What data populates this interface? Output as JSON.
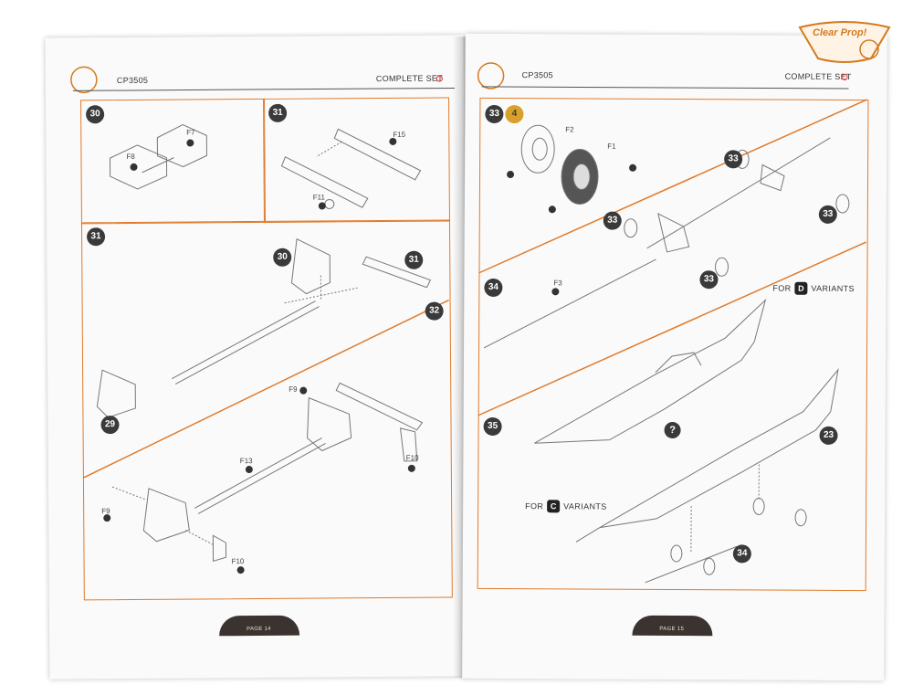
{
  "brand": {
    "logo_text": "Clear Prop!"
  },
  "left_page": {
    "code": "CP3505",
    "set": "COMPLETE SET",
    "page_label": "PAGE 14",
    "steps": [
      "30",
      "31",
      "31",
      "30",
      "31",
      "32",
      "29"
    ],
    "parts": [
      "F7",
      "F8",
      "F15",
      "F11",
      "F9",
      "F13",
      "F10",
      "F9",
      "F10"
    ]
  },
  "right_page": {
    "code": "CP3505",
    "set": "COMPLETE SET",
    "page_label": "PAGE 15",
    "steps": [
      "33",
      "4",
      "33",
      "33",
      "33",
      "33",
      "34",
      "35",
      "23",
      "34"
    ],
    "parts": [
      "F2",
      "F1",
      "F3"
    ],
    "variant_d": {
      "prefix": "FOR",
      "badge": "D",
      "suffix": "VARIANTS"
    },
    "variant_c": {
      "prefix": "FOR",
      "badge": "C",
      "suffix": "VARIANTS"
    },
    "question": "?"
  },
  "colors": {
    "accent": "#e07a2a",
    "badge": "#3a3a3a",
    "gold": "#d9a02a"
  }
}
